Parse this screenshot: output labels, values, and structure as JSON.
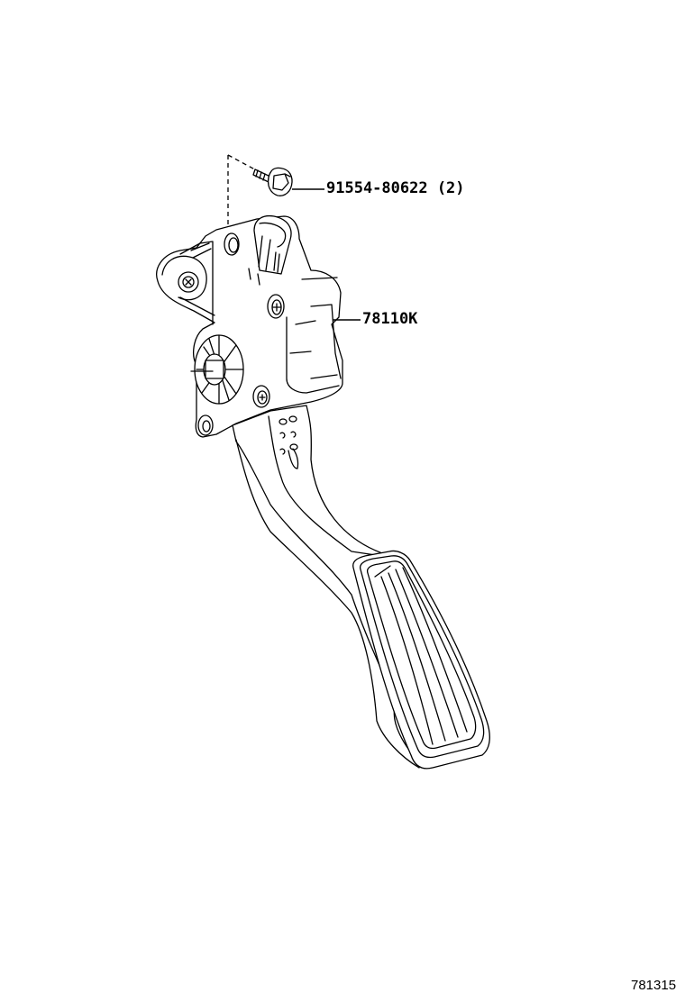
{
  "diagram": {
    "type": "exploded-parts-diagram",
    "subject": "accelerator pedal assembly",
    "line_color": "#000000",
    "background": "#ffffff"
  },
  "parts": [
    {
      "id": "bolt",
      "part_number": "91554-80622",
      "quantity": "(2)",
      "label": "91554-80622 (2)"
    },
    {
      "id": "pedal-assembly",
      "part_number": "78110K",
      "label": "78110K"
    }
  ],
  "figure_id": "781315"
}
